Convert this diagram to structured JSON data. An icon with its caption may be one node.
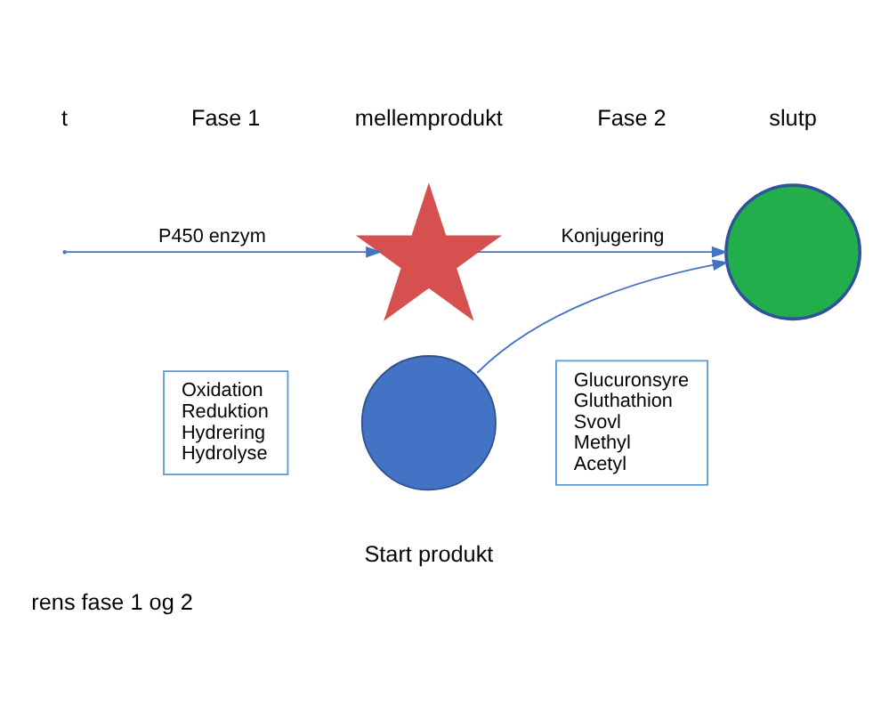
{
  "diagram": {
    "caption": "rens fase 1 og 2",
    "nodes": [
      {
        "text": [],
        "shape": "star"
      },
      {
        "text": [],
        "shape": "circle"
      },
      {
        "text": [
          "Oxidation",
          "Reduktion",
          "Hydrering",
          "Hydrolyse"
        ]
      },
      {
        "text": [
          "Glucuronsyre",
          "Gluthathion",
          "Svovl",
          "Methyl",
          "Acetyl"
        ]
      },
      {
        "text": [],
        "shape": "circle",
        "beside": [
          "Start produkt"
        ]
      }
    ],
    "edges": [
      {
        "from": null,
        "to": 0,
        "arrow": "to",
        "label": "P450 enzym"
      },
      {
        "from": 0,
        "to": 1,
        "arrow": "to",
        "label": "Konjugering"
      },
      {
        "from": 4,
        "to": 1,
        "arrow": "to"
      }
    ],
    "labels": [
      "t",
      "Fase 1",
      "mellemprodukt",
      "Fase 2",
      "slutp"
    ]
  }
}
